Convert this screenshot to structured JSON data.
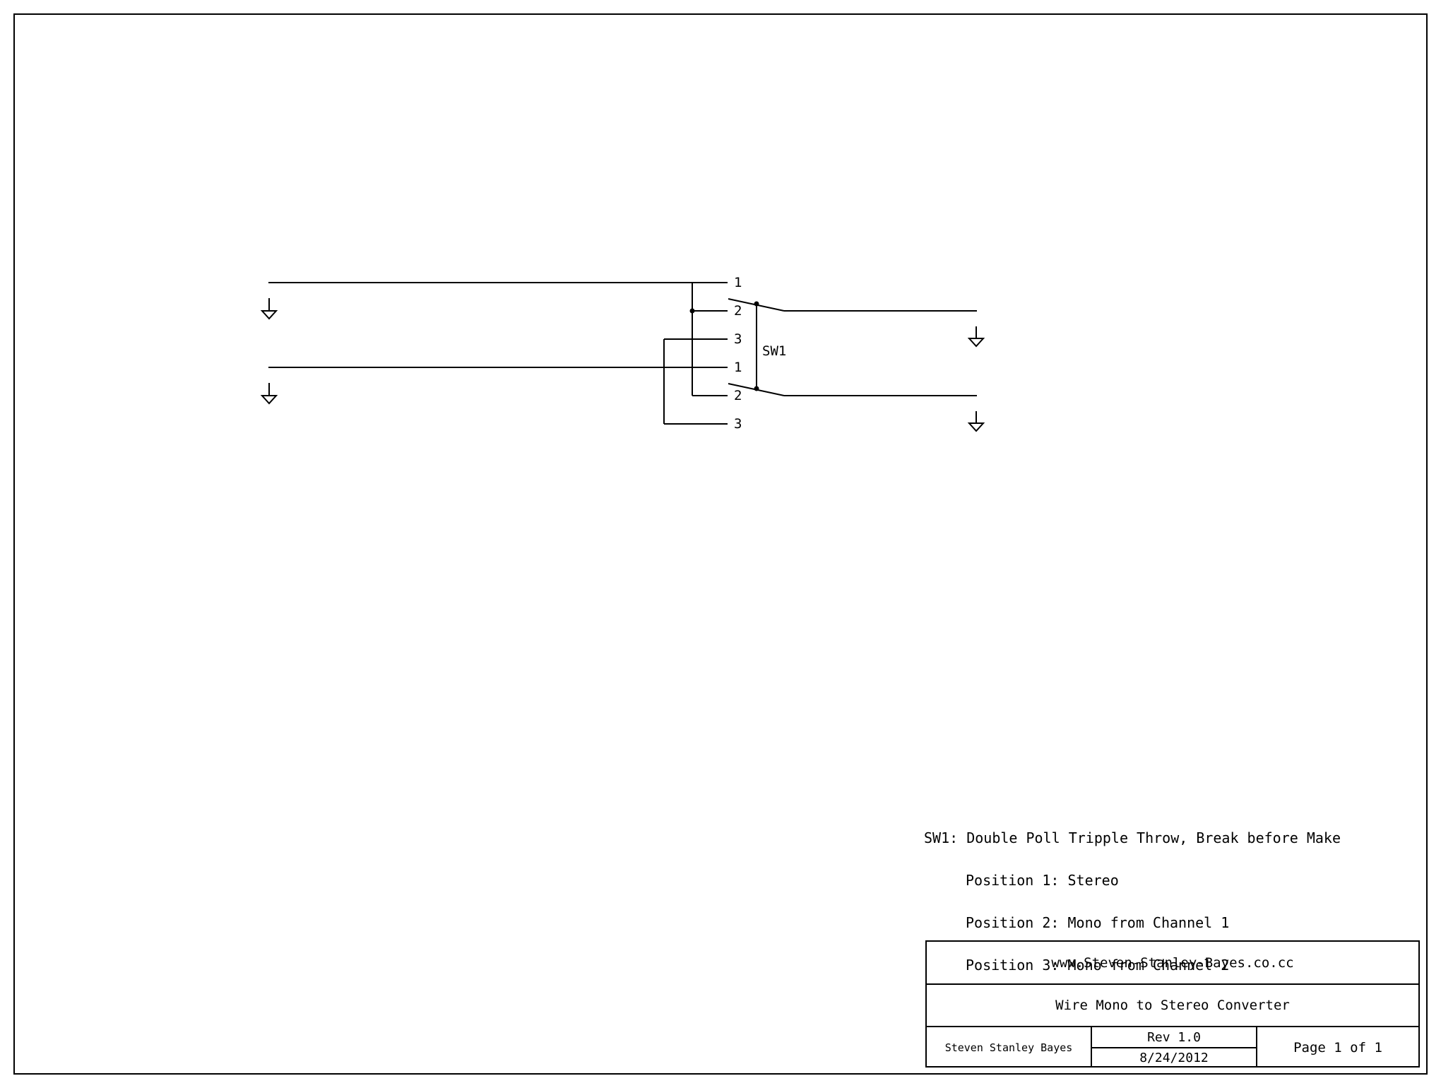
{
  "schematic": {
    "switch_ref": "SW1",
    "pole1_terminals": [
      "1",
      "2",
      "3"
    ],
    "pole2_terminals": [
      "1",
      "2",
      "3"
    ]
  },
  "notes": [
    "SW1: Double Poll Tripple Throw, Break before Make",
    "Position 1: Stereo",
    "Position 2: Mono from Channel 1",
    "Position 3: Mono from Channel 2"
  ],
  "title_block": {
    "website": "www.Steven-Stanley-Bayes.co.cc",
    "title": "Wire Mono to Stereo Converter",
    "author": "Steven Stanley Bayes",
    "revision": "Rev 1.0",
    "date": "8/24/2012",
    "page": "Page 1 of 1"
  }
}
